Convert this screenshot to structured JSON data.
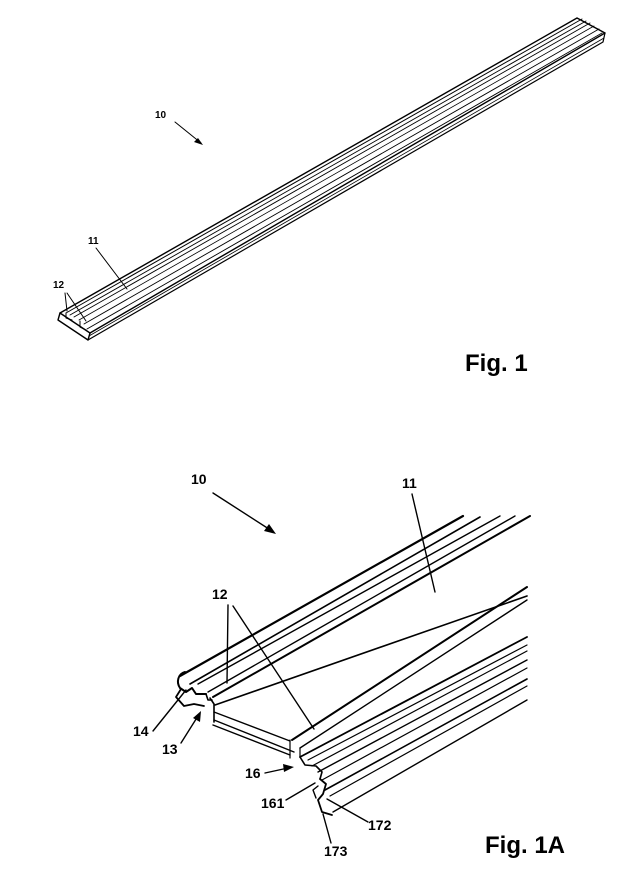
{
  "figure_1": {
    "caption": "Fig. 1",
    "labels": {
      "assembly": "10",
      "surface": "11",
      "lines": "12"
    }
  },
  "figure_1a": {
    "caption": "Fig. 1A",
    "labels": {
      "assembly": "10",
      "surface": "11",
      "lines": "12",
      "channel": "13",
      "lip": "14",
      "groove": "16",
      "groove_edge": "161",
      "flange_upper": "172",
      "flange_lower": "173"
    }
  }
}
